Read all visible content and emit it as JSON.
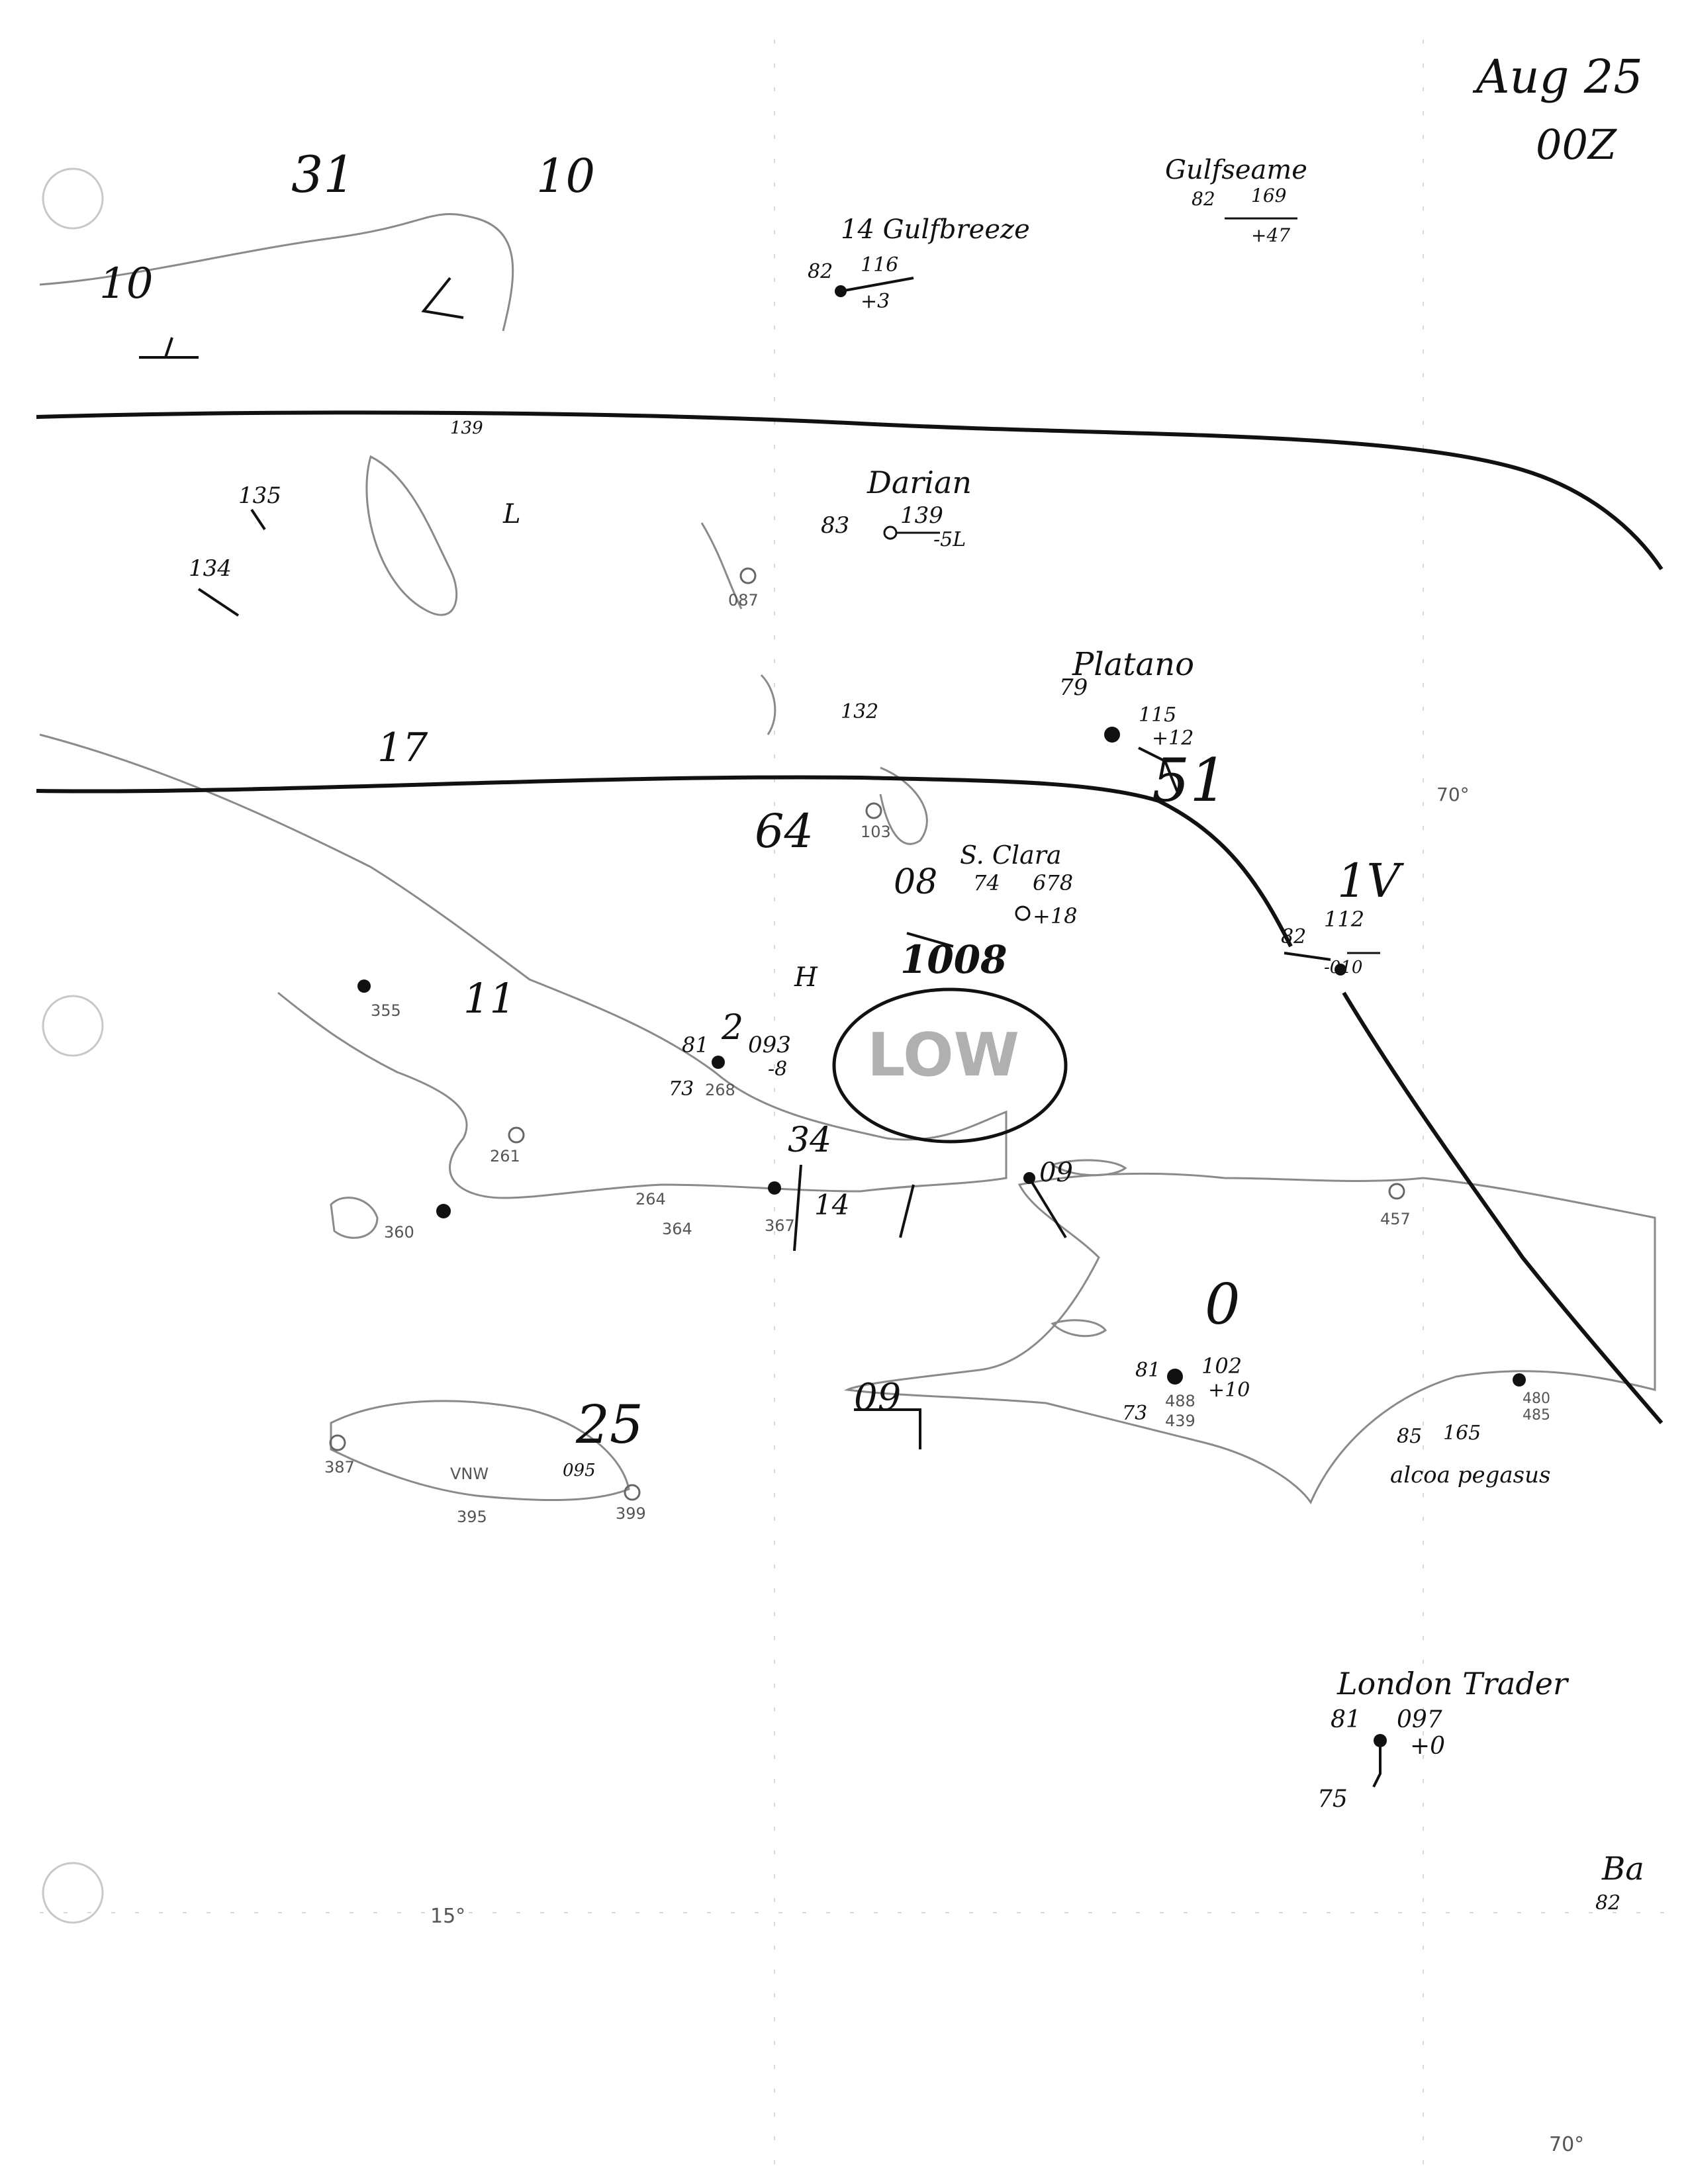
{
  "header": {
    "date": "Aug 25",
    "time": "00Z"
  },
  "lat_lon_labels": {
    "lon_top": "70°",
    "lon_bottom": "70°",
    "lat_left": "15°"
  },
  "surface_analysis": {
    "low_center_label": "LOW",
    "low_pressure": "1008",
    "high_marker": "H",
    "low_marker": "L"
  },
  "ship_reports": {
    "gulfbreeze": {
      "name": "14 Gulfbreeze",
      "temp": "82",
      "pressure": "116",
      "tendency": "+3"
    },
    "gulfseame": {
      "name": "Gulfseame",
      "temp": "82",
      "pressure": "169",
      "tendency": "+47"
    },
    "darian": {
      "name": "Darian",
      "temp": "83",
      "pressure": "139",
      "tendency": "-5L"
    },
    "platano": {
      "name": "Platano",
      "temp": "79",
      "pressure": "115",
      "tendency": "+12"
    },
    "s_clara": {
      "name": "S. Clara",
      "temp": "74",
      "pressure": "678",
      "tendency": "+18"
    },
    "london_trader": {
      "name": "London Trader",
      "temp": "81",
      "pressure": "097",
      "tendency": "+0",
      "dewpoint": "75"
    },
    "bottom_right": {
      "name": "Ba",
      "temp": "82"
    }
  },
  "stations": {
    "s_bahamas": {
      "pressure": "112",
      "temp": "82",
      "tendency": "-010"
    },
    "central_cuba": {
      "pressure": "093",
      "temp": "81",
      "tendency": "-8",
      "dewpoint": "73",
      "id": "268"
    },
    "n_haiti": {
      "pressure": "09"
    },
    "haiti": {
      "pressure": "102",
      "tendency": "+10",
      "temp": "81",
      "dewpoint": "73",
      "ids": [
        "488",
        "439"
      ]
    },
    "dominican": {
      "pressure": "165",
      "temp": "85",
      "ids": [
        "480",
        "485"
      ],
      "note": "alcoa pegasus"
    },
    "jamaica": {
      "ids": [
        "387",
        "395",
        "399"
      ],
      "code": "VNW",
      "pressure": "095"
    },
    "east_dr": {
      "id": "457"
    },
    "bahamas_codes": [
      "087",
      "103",
      "132",
      "135",
      "134",
      "139"
    ],
    "cuba_codes": [
      "355",
      "360",
      "364",
      "367",
      "261",
      "264"
    ]
  },
  "isobar_values": [
    "31",
    "10",
    "10",
    "17",
    "11",
    "2",
    "25",
    "0",
    "1V",
    "51",
    "08",
    "09",
    "34",
    "14",
    "64"
  ]
}
